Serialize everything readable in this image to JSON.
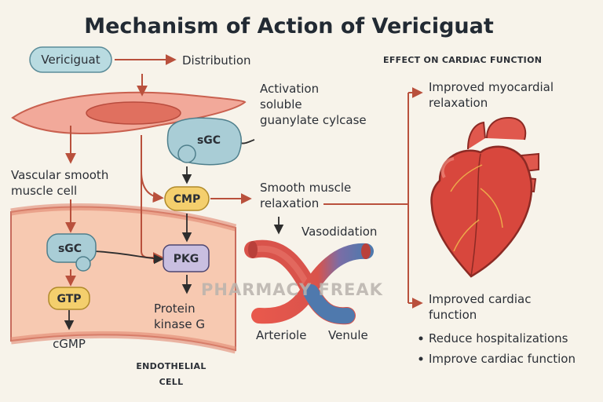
{
  "title": "Mechanism of Action of Vericiguat",
  "drug_label": "Vericiguat",
  "distribution_label": "Distribution",
  "activation_lines": [
    "Activation",
    "soluble",
    "guanylate cylcase"
  ],
  "sgc_label": "sGC",
  "cmp_label": "CMP",
  "gtp_label": "GTP",
  "pkg_label": "PKG",
  "cgmp_label": "cGMP",
  "vascular_lines": [
    "Vascular smooth",
    "muscle cell"
  ],
  "protein_lines": [
    "Protein",
    "kinase G"
  ],
  "endothelial_lines": [
    "ENDOTHELIAL",
    "CELL"
  ],
  "smooth_relax_lines": [
    "Smooth muscle",
    "relaxation"
  ],
  "vasodilation_label": "Vasodidation",
  "arteriole_label": "Arteriole",
  "venule_label": "Venule",
  "effect_heading": "EFFECT ON CARDIAC FUNCTION",
  "myocardial_lines": [
    "Improved myocardial",
    "relaxation"
  ],
  "cardiac_lines": [
    "Improved cardiac",
    "function"
  ],
  "bullets": [
    "Reduce hospitalizations",
    "Improve cardiac function"
  ],
  "watermark": "PHARMACY FREAK",
  "colors": {
    "arrow": "#b9503c",
    "sgc": "#a9cdd6",
    "yellow": "#f4cf6d",
    "pkg": "#c9bfe0",
    "heart": "#d8473d"
  },
  "icons": [
    "heart-illustration",
    "blood-vessel-illustration",
    "cell-illustration"
  ]
}
